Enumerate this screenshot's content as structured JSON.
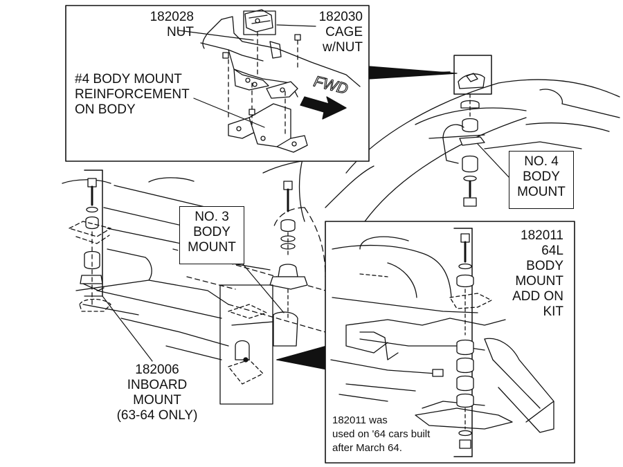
{
  "callouts": {
    "nut": {
      "part": "182028",
      "name": "NUT"
    },
    "cage": {
      "part": "182030",
      "line1": "CAGE",
      "line2": "w/NUT"
    },
    "reinforcement": {
      "line1": "#4 BODY MOUNT",
      "line2": "REINFORCEMENT",
      "line3": "ON BODY"
    },
    "no4": {
      "line1": "NO. 4",
      "line2": "BODY",
      "line3": "MOUNT"
    },
    "no3": {
      "line1": "NO. 3",
      "line2": "BODY",
      "line3": "MOUNT"
    },
    "kit": {
      "part": "182011",
      "line1": "64L",
      "line2": "BODY",
      "line3": "MOUNT",
      "line4": "ADD ON",
      "line5": "KIT"
    },
    "inboard": {
      "part": "182006",
      "line1": "INBOARD",
      "line2": "MOUNT",
      "line3": "(63-64 ONLY)"
    },
    "fwd": "FWD"
  },
  "note": {
    "line1": "182011 was",
    "line2": "used on '64 cars built",
    "line3": "after March 64."
  }
}
